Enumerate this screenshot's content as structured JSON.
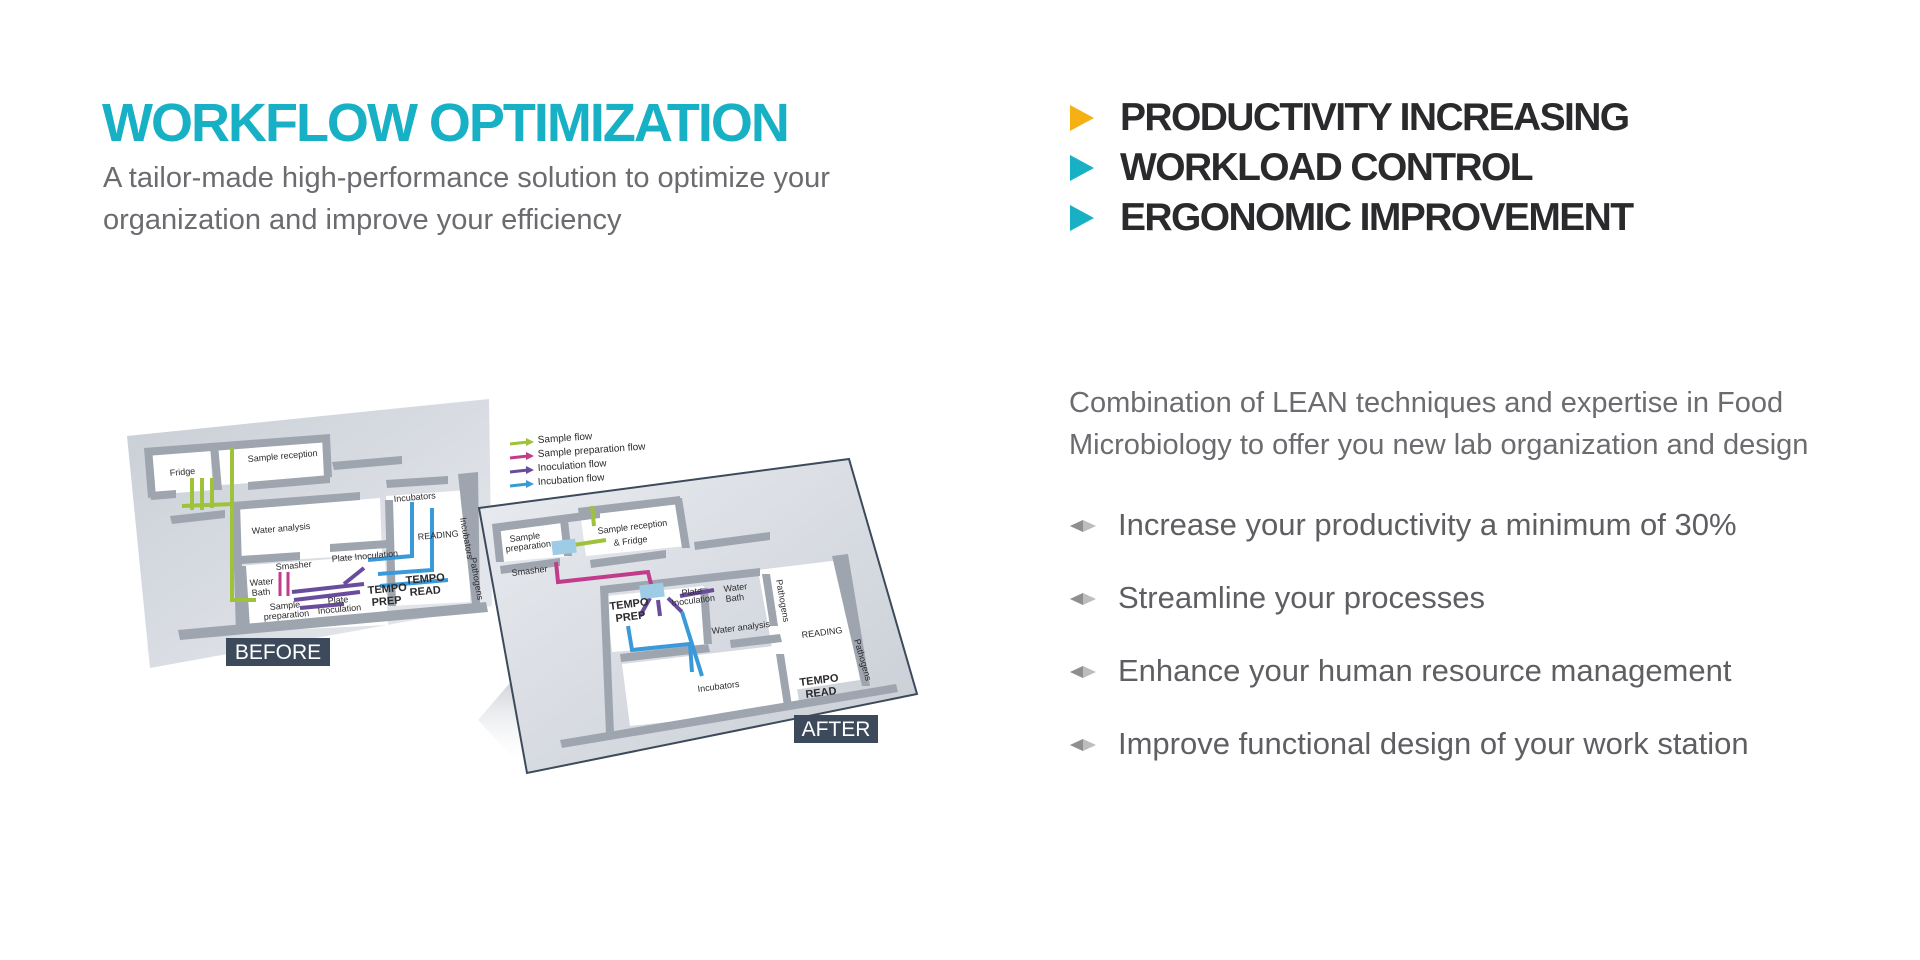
{
  "header": {
    "title": "WORKFLOW OPTIMIZATION",
    "subtitle": "A tailor-made high-performance solution to optimize your organization and improve your efficiency"
  },
  "features": [
    {
      "label": "PRODUCTIVITY INCREASING",
      "color": "#f5b014"
    },
    {
      "label": "WORKLOAD CONTROL",
      "color": "#17b0c4"
    },
    {
      "label": "ERGONOMIC IMPROVEMENT",
      "color": "#17b0c4"
    }
  ],
  "description": "Combination of LEAN techniques and expertise in Food Microbiology to offer you new lab organization and design",
  "benefits": [
    "Increase your productivity a minimum of 30%",
    "Streamline your processes",
    "Enhance your human resource management",
    "Improve functional design of your work station"
  ],
  "diagram": {
    "legend": [
      {
        "label": "Sample flow",
        "color": "#9ec23a"
      },
      {
        "label": "Sample preparation flow",
        "color": "#c23c8c"
      },
      {
        "label": "Inoculation flow",
        "color": "#6a4c9c"
      },
      {
        "label": "Incubation flow",
        "color": "#3a9ad9"
      }
    ],
    "before": {
      "badge": "BEFORE",
      "rooms": {
        "fridge": "Fridge",
        "sample_reception": "Sample reception",
        "incubators": "Incubators",
        "water_analysis": "Water analysis",
        "reading": "READING",
        "smasher": "Smasher",
        "plate_inoculation_top": "Plate Inoculation",
        "water": "Water",
        "bath": "Bath",
        "sample": "Sample",
        "preparation": "preparation",
        "plate": "Plate",
        "inoculation": "Inoculation",
        "tempo": "TEMPO",
        "prep": "PREP",
        "tempo2": "TEMPO",
        "read": "READ",
        "incubators_side": "Incubators",
        "pathogens_side": "Pathogens"
      }
    },
    "after": {
      "badge": "AFTER",
      "rooms": {
        "sample": "Sample",
        "preparation": "preparation",
        "sample_reception": "Sample reception",
        "and_fridge": "& Fridge",
        "smasher": "Smasher",
        "tempo": "TEMPO",
        "prep": "PREP",
        "plate": "Plate",
        "inoculation": "Inoculation",
        "water": "Water",
        "bath": "Bath",
        "pathogens_top": "Pathogens",
        "water_analysis": "Water analysis",
        "reading": "READING",
        "incubators": "Incubators",
        "tempo2": "TEMPO",
        "read": "READ",
        "pathogens_side": "Pathogens"
      }
    }
  }
}
